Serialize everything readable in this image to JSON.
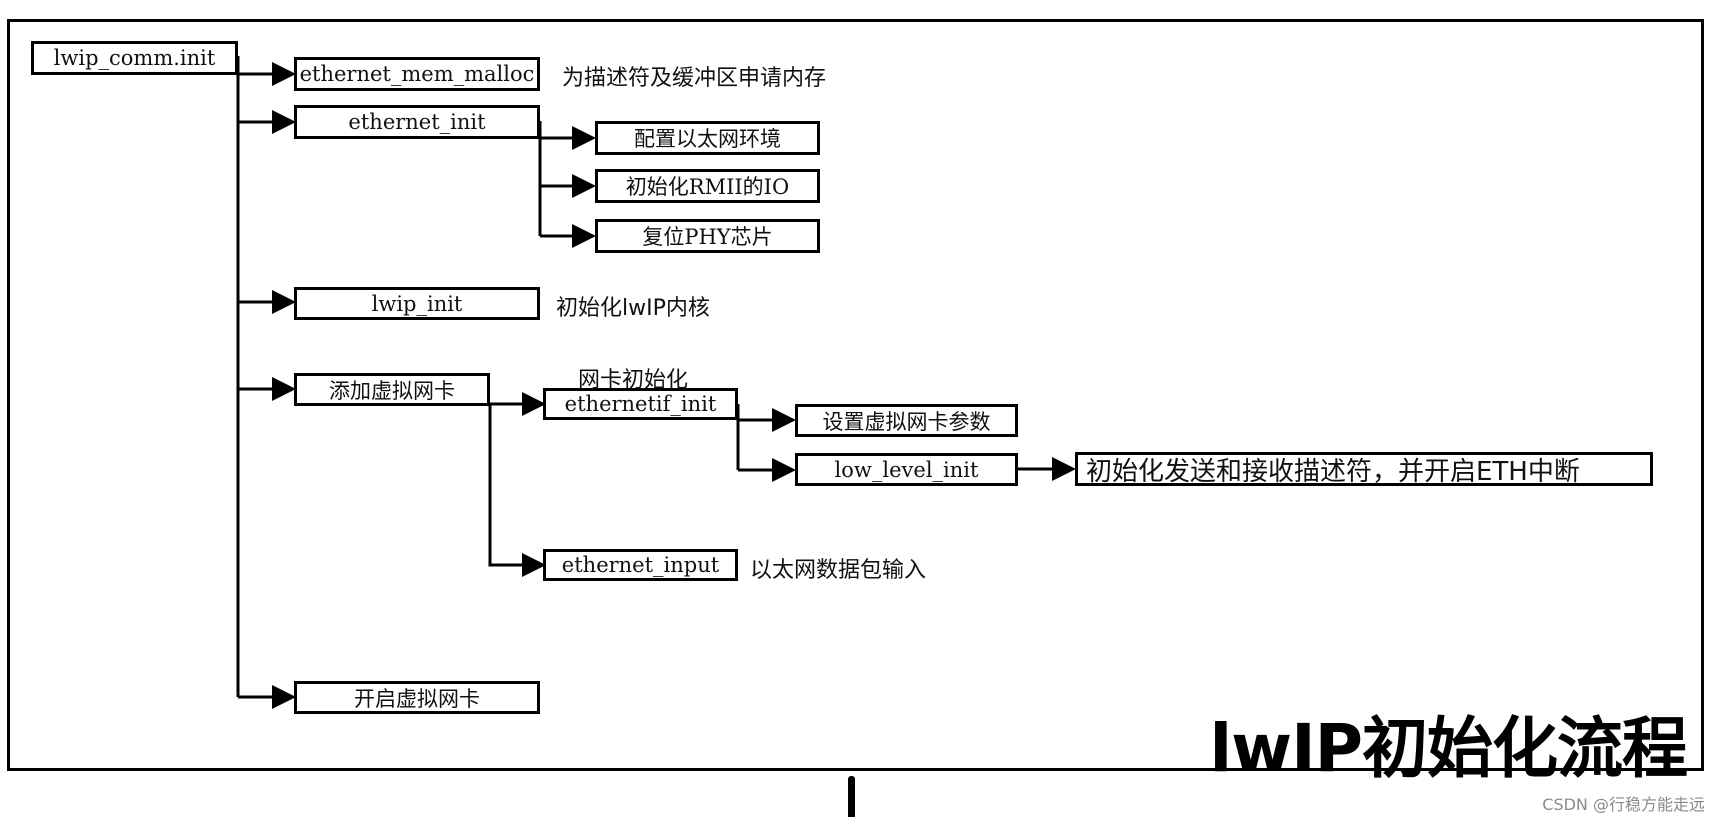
{
  "diagram": {
    "title": "lwIP初始化流程",
    "nodes": {
      "root": "lwip_comm.init",
      "mem_malloc": "ethernet_mem_malloc",
      "eth_init": "ethernet_init",
      "cfg_env": "配置以太网环境",
      "init_io": "初始化RMII的IO",
      "reset_phy": "复位PHY芯片",
      "lwip_init": "lwip_init",
      "add_netif": "添加虚拟网卡",
      "netif_init": "ethernetif_init",
      "set_params": "设置虚拟网卡参数",
      "low_level_init": "low_level_init",
      "init_desc": "初始化发送和接收描述符，并开启ETH中断",
      "eth_input": "ethernet_input",
      "enable_netif": "开启虚拟网卡"
    },
    "notes": {
      "mem_malloc": "为描述符及缓冲区申请内存",
      "lwip_init": "初始化lwIP内核",
      "netif_init": "网卡初始化",
      "eth_input": "以太网数据包输入"
    }
  },
  "watermark": "CSDN @行稳方能走远"
}
